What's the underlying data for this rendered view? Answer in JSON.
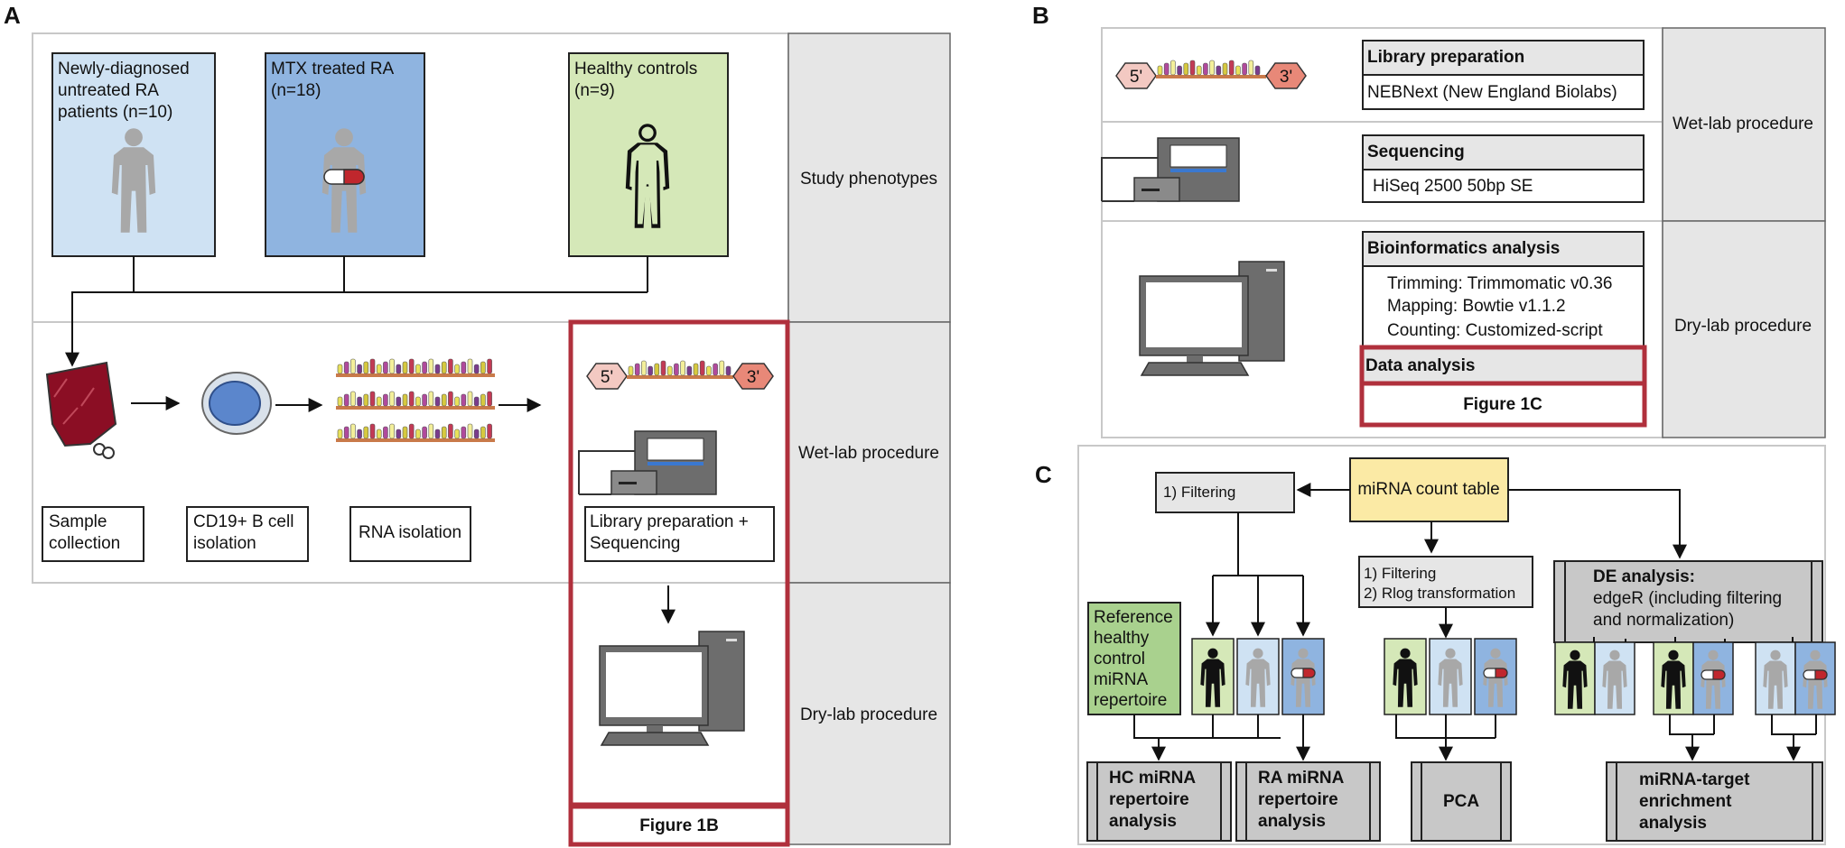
{
  "panels": {
    "a": "A",
    "b": "B",
    "c": "C"
  },
  "panel_a": {
    "groups": {
      "untreated": [
        "Newly-diagnosed",
        "untreated RA",
        "patients (n=10)"
      ],
      "mtx": [
        "MTX treated RA",
        "(n=18)"
      ],
      "healthy": [
        "Healthy controls",
        "(n=9)"
      ]
    },
    "rows": {
      "study": "Study phenotypes",
      "wet": "Wet-lab procedure",
      "dry": "Dry-lab procedure"
    },
    "steps": {
      "sample": [
        "Sample",
        "collection"
      ],
      "bcell": [
        "CD19+ B cell",
        "isolation"
      ],
      "rna": "RNA isolation",
      "library": [
        "Library preparation +",
        "Sequencing"
      ]
    },
    "adapter_5": "5'",
    "adapter_3": "3'",
    "figure_ref": "Figure 1B"
  },
  "panel_b": {
    "adapter_5": "5'",
    "adapter_3": "3'",
    "library_title": "Library preparation",
    "library_kit": "NEBNext (New England Biolabs)",
    "seq_title": "Sequencing",
    "seq_detail": "HiSeq 2500 50bp SE",
    "bioinfo_title": "Bioinformatics analysis",
    "bioinfo_lines": [
      "Trimming: Trimmomatic v0.36",
      "Mapping: Bowtie v1.1.2",
      "Counting: Customized-script"
    ],
    "data_title": "Data analysis",
    "figure_ref": "Figure 1C",
    "rows": {
      "wet": "Wet-lab procedure",
      "dry": "Dry-lab procedure"
    }
  },
  "panel_c": {
    "count_table": "miRNA count table",
    "filter1": "1) Filtering",
    "filter2": [
      "1) Filtering",
      "2) Rlog transformation"
    ],
    "de_title": "DE analysis:",
    "de_lines": [
      "edgeR (including filtering",
      "and normalization)"
    ],
    "reference": [
      "Reference",
      "healthy",
      "control",
      "miRNA",
      "repertoire"
    ],
    "hc": [
      "HC miRNA",
      "repertoire",
      "analysis"
    ],
    "ra": [
      "RA miRNA",
      "repertoire",
      "analysis"
    ],
    "pca": "PCA",
    "target": [
      "miRNA-target",
      "enrichment",
      "analysis"
    ]
  },
  "colors": {
    "light_blue": "#cfe2f3",
    "mid_blue": "#8fb4e0",
    "light_green": "#d5e8b8",
    "green": "#a9d18e",
    "yellow": "#fbeaa5",
    "gray": "#e6e6e6",
    "dark_gray": "#c8c8c8",
    "highlight": "#b0303c"
  }
}
